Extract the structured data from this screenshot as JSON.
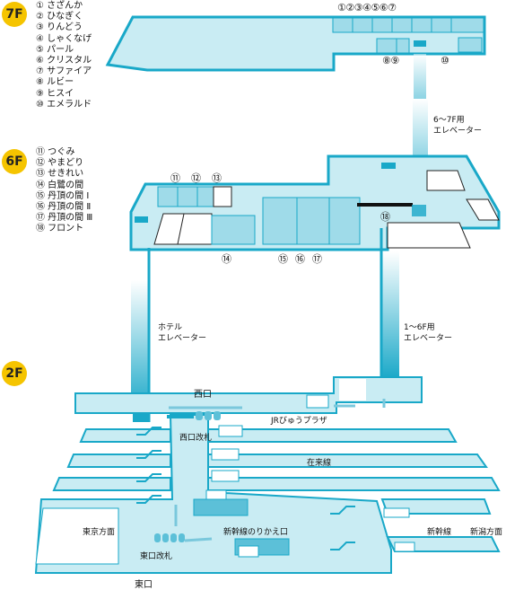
{
  "floors": {
    "f7": {
      "badge": "7F",
      "rooms": [
        "① さざんか",
        "② ひなぎく",
        "③ りんどう",
        "④ しゃくなげ",
        "⑤ パール",
        "⑥ クリスタル",
        "⑦ サファイア",
        "⑧ ルビー",
        "⑨ ヒスイ",
        "⑩ エメラルド"
      ],
      "top_label": "①②③④⑤⑥⑦",
      "label_89": "⑧⑨",
      "label_10": "⑩"
    },
    "f6": {
      "badge": "6F",
      "rooms": [
        "⑪ つぐみ",
        "⑫ やまどり",
        "⑬ せきれい",
        "⑭ 白鷺の間",
        "⑮ 丹頂の間 Ⅰ",
        "⑯ 丹頂の間 Ⅱ",
        "⑰ 丹頂の間 Ⅲ",
        "⑱ フロント"
      ],
      "l11": "⑪",
      "l12": "⑫",
      "l13": "⑬",
      "l14": "⑭",
      "l15": "⑮",
      "l16": "⑯",
      "l17": "⑰",
      "l18": "⑱"
    },
    "f2": {
      "badge": "2F",
      "west_exit": "西口",
      "west_gate": "西口改札",
      "jr_plaza": "JRびゅうプラザ",
      "zairai": "在来線",
      "tokyo_dir": "東京方面",
      "shinkansen_transfer": "新幹線のりかえ口",
      "shinkansen": "新幹線",
      "niigata_dir": "新潟方面",
      "east_gate": "東口改札",
      "east_exit": "東口"
    }
  },
  "elevators": {
    "e67": [
      "6～7F用",
      "エレベーター"
    ],
    "hotel": [
      "ホテル",
      "エレベーター"
    ],
    "e16": [
      "1～6F用",
      "エレベーター"
    ]
  },
  "colors": {
    "stroke": "#19a8c8",
    "fill_light": "#c9ecf3",
    "fill_mid": "#8fd3e4",
    "fill_dark": "#2aa9c7"
  }
}
